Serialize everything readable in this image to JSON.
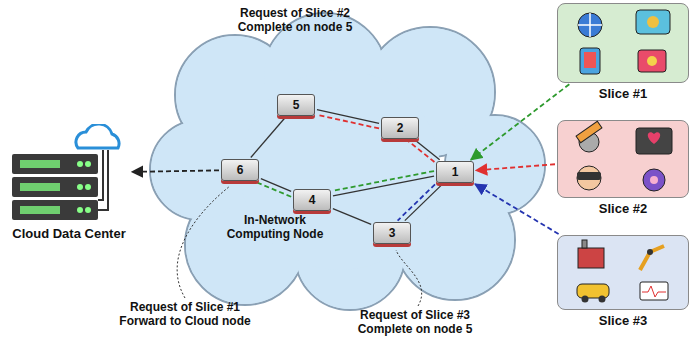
{
  "diagram": {
    "nodes": [
      {
        "text": [
          "5"
        ]
      },
      {
        "text": [
          "2"
        ]
      },
      {
        "text": [
          "6"
        ]
      },
      {
        "text": [
          "1"
        ]
      },
      {
        "text": [
          "4"
        ]
      },
      {
        "text": [
          "3"
        ]
      },
      {
        "text": [
          "Cloud Data Center"
        ]
      },
      {
        "text": [
          "Slice #1"
        ]
      },
      {
        "text": [
          "Slice #2"
        ]
      },
      {
        "text": [
          "Slice #3"
        ]
      }
    ],
    "edges": [
      {
        "from": 0,
        "to": 1,
        "arrow": "none"
      },
      {
        "from": 0,
        "to": 2,
        "arrow": "none"
      },
      {
        "from": 1,
        "to": 3,
        "arrow": "none"
      },
      {
        "from": 2,
        "to": 4,
        "arrow": "none"
      },
      {
        "from": 4,
        "to": 3,
        "arrow": "none"
      },
      {
        "from": 4,
        "to": 5,
        "arrow": "none"
      },
      {
        "from": 5,
        "to": 3,
        "arrow": "none"
      },
      {
        "from": 7,
        "to": 3,
        "arrow": "to"
      },
      {
        "from": 3,
        "to": 4,
        "arrow": "none"
      },
      {
        "from": 4,
        "to": 2,
        "arrow": "none"
      },
      {
        "from": 2,
        "to": 6,
        "arrow": "to"
      },
      {
        "from": 8,
        "to": 3,
        "arrow": "to"
      },
      {
        "from": 3,
        "to": 1,
        "arrow": "none"
      },
      {
        "from": 1,
        "to": 0,
        "arrow": "none"
      },
      {
        "from": 9,
        "to": 3,
        "arrow": "to"
      },
      {
        "from": 3,
        "to": 5,
        "arrow": "none"
      }
    ],
    "labels": [
      "Request of Slice #2 Complete on node 5",
      "In-Network Computing Node",
      "Request of Slice #1 Forward to Cloud node",
      "Request of Slice #3 Complete on node 5"
    ]
  }
}
